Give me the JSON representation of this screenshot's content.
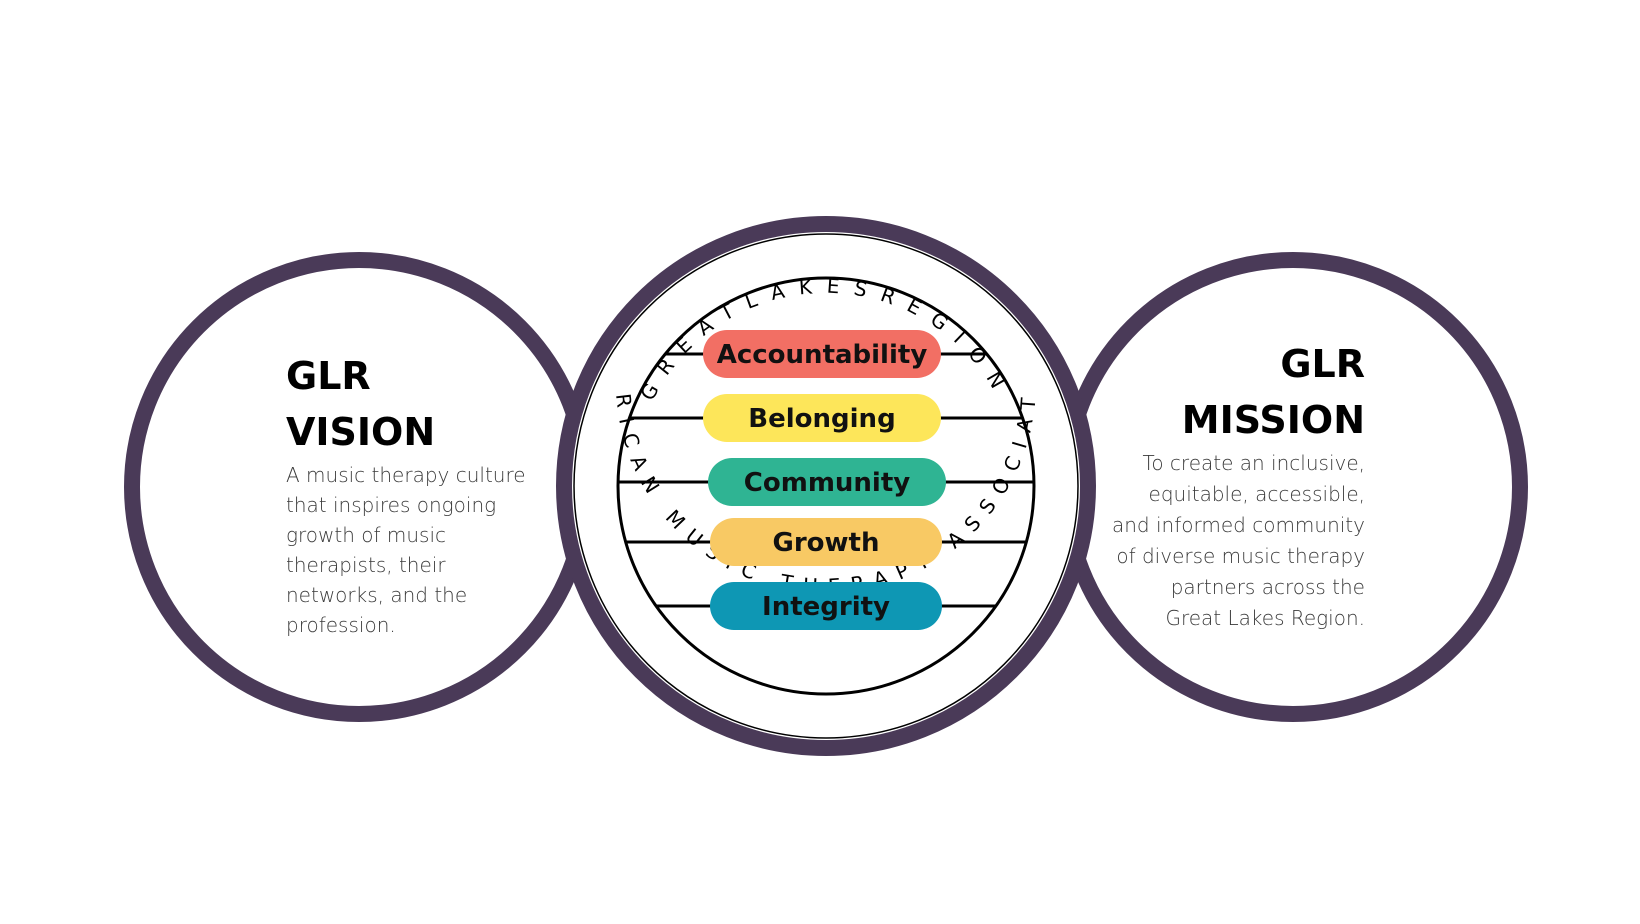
{
  "colors": {
    "ring": "#4a3a58",
    "accountability": "#f26f64",
    "belonging": "#fde65a",
    "community": "#2fb493",
    "growth": "#f8c964",
    "integrity": "#0e97b4"
  },
  "vision": {
    "title_line1": "GLR",
    "title_line2": "VISION",
    "text": "A music therapy culture that inspires ongoing growth of music therapists, their networks, and the profession."
  },
  "mission": {
    "title_line1": "GLR",
    "title_line2": "MISSION",
    "text": "To create an inclusive, equitable, accessible, and informed community of diverse music therapy partners across the Great Lakes Region."
  },
  "emblem": {
    "top_arc_text": "GREATLAKESREGION",
    "bottom_arc_text": "AMERICAN MUSIC THERAPY ASSOCIATION",
    "values": [
      {
        "label": "Accountability",
        "color_key": "accountability"
      },
      {
        "label": "Belonging",
        "color_key": "belonging"
      },
      {
        "label": "Community",
        "color_key": "community"
      },
      {
        "label": "Growth",
        "color_key": "growth"
      },
      {
        "label": "Integrity",
        "color_key": "integrity"
      }
    ]
  }
}
